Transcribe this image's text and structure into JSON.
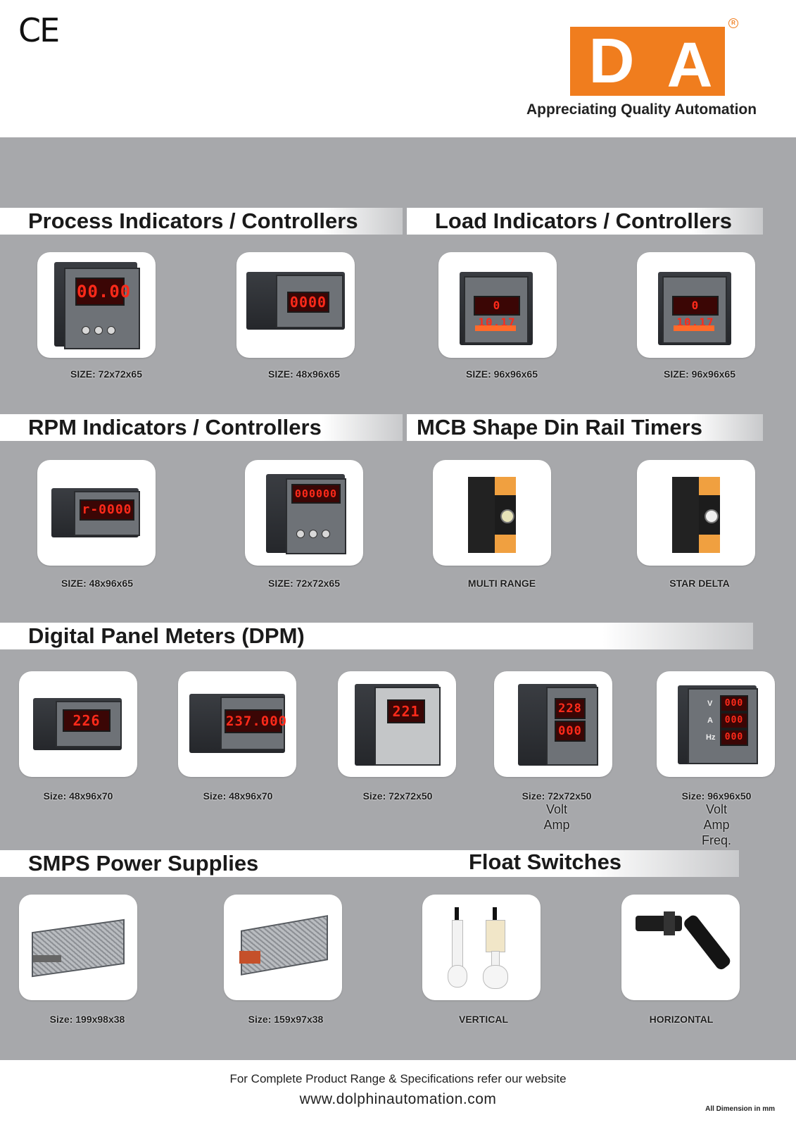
{
  "header": {
    "ce_mark": "CE",
    "logo_letter_1": "D",
    "logo_letter_2": "A",
    "reg_mark": "R",
    "tagline": "Appreciating Quality Automation"
  },
  "brand_colors": {
    "orange": "#f07d1e",
    "band_grey": "#a7a8ab"
  },
  "sections": {
    "process": "Process Indicators / Controllers",
    "load": "Load Indicators / Controllers",
    "rpm": "RPM Indicators / Controllers",
    "mcb": "MCB Shape Din Rail Timers",
    "dpm": "Digital Panel Meters (DPM)",
    "smps": "SMPS Power Supplies",
    "float": "Float Switches"
  },
  "products": {
    "process": [
      {
        "caption": "SIZE: 72x72x65",
        "display": "00.00"
      },
      {
        "caption": "SIZE: 48x96x65",
        "display": "0000"
      }
    ],
    "load": [
      {
        "caption": "SIZE: 96x96x65",
        "display": "0 10.17"
      },
      {
        "caption": "SIZE: 96x96x65",
        "display": "0 10.17"
      }
    ],
    "rpm": [
      {
        "caption": "SIZE: 48x96x65",
        "display": "r-0000"
      },
      {
        "caption": "SIZE: 72x72x65",
        "display": "000000"
      }
    ],
    "mcb": [
      {
        "caption": "MULTI RANGE"
      },
      {
        "caption": "STAR DELTA"
      }
    ],
    "dpm": [
      {
        "caption": "Size: 48x96x70",
        "display": "226"
      },
      {
        "caption": "Size: 48x96x70",
        "display": "237.000"
      },
      {
        "caption": "Size: 72x72x50",
        "display": "221"
      },
      {
        "caption": "Size: 72x72x50",
        "display_1": "228",
        "display_2": "000",
        "extra": [
          "Volt",
          "Amp"
        ]
      },
      {
        "caption": "Size: 96x96x50",
        "display_1": "000",
        "display_2": "000",
        "display_3": "000",
        "extra": [
          "Volt",
          "Amp",
          "Freq."
        ],
        "labels": [
          "V",
          "A",
          "Hz"
        ]
      }
    ],
    "smps": [
      {
        "caption": "Size: 199x98x38"
      },
      {
        "caption": "Size: 159x97x38"
      }
    ],
    "float": [
      {
        "caption": "VERTICAL"
      },
      {
        "caption": "HORIZONTAL"
      }
    ]
  },
  "footer": {
    "note": "For Complete Product Range & Specifications refer our website",
    "url": "www.dolphinautomation.com",
    "dimension_note": "All Dimension in mm"
  },
  "icons": [
    "ce-mark-icon",
    "da-logo-icon",
    "registered-icon"
  ]
}
